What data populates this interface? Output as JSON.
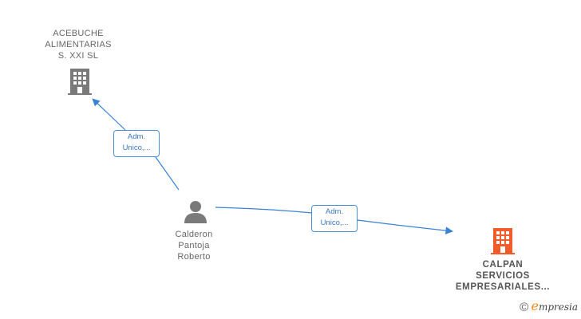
{
  "nodes": {
    "acebuche": {
      "label_lines": [
        "ACEBUCHE",
        "ALIMENTARIAS",
        "S. XXI  SL"
      ],
      "icon": "building-icon",
      "color": "#7a7a7a"
    },
    "calderon": {
      "label_lines": [
        "Calderon",
        "Pantoja",
        "Roberto"
      ],
      "icon": "person-icon",
      "color": "#7a7a7a"
    },
    "calpan": {
      "label_lines": [
        "CALPAN",
        "SERVICIOS",
        "EMPRESARIALES..."
      ],
      "icon": "building-icon",
      "color": "#f25c2a"
    }
  },
  "edges": [
    {
      "from": "calderon",
      "to": "acebuche",
      "label_lines": [
        "Adm.",
        "Unico,..."
      ]
    },
    {
      "from": "calderon",
      "to": "calpan",
      "label_lines": [
        "Adm.",
        "Unico,..."
      ]
    }
  ],
  "colors": {
    "edge": "#3a82d6",
    "accent": "#f25c2a"
  },
  "brand": {
    "copyright": "©",
    "initial": "e",
    "rest": "mpresia"
  }
}
